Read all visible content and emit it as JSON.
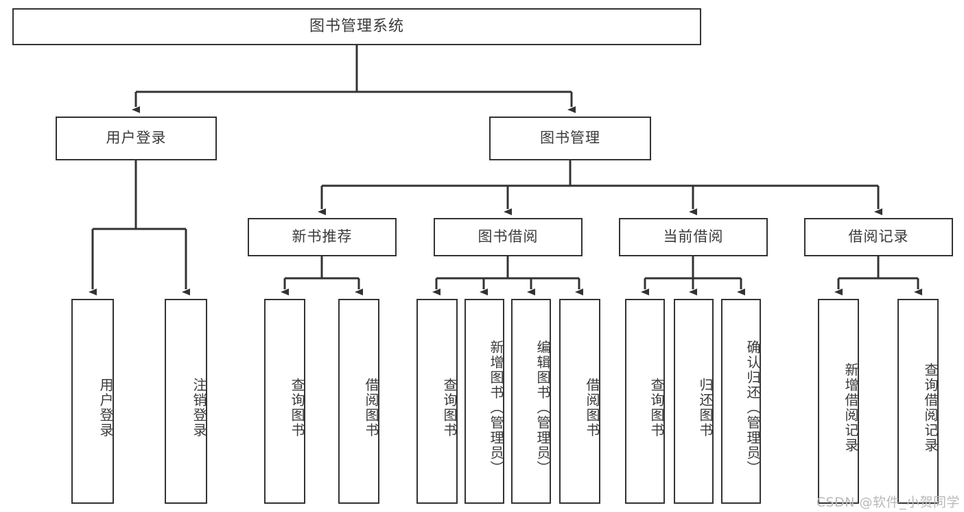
{
  "diagram": {
    "type": "tree",
    "title": "图书管理系统",
    "orientation": "top-down",
    "colors": {
      "box_border": "#333333",
      "box_fill": "#ffffff",
      "text": "#3a3a3a",
      "edge": "#333333",
      "watermark": "#b9b9b9",
      "background": "#ffffff"
    },
    "watermark": "CSDN @软件_小贺同学",
    "nodes": {
      "root": {
        "label": "图书管理系统"
      },
      "level2": [
        {
          "label": "用户登录"
        },
        {
          "label": "图书管理"
        }
      ],
      "level3": [
        {
          "label": "新书推荐"
        },
        {
          "label": "图书借阅"
        },
        {
          "label": "当前借阅"
        },
        {
          "label": "借阅记录"
        }
      ],
      "leaves_user_login": [
        {
          "label": "用户登录"
        },
        {
          "label": "注销登录"
        }
      ],
      "leaves_new_book": [
        {
          "label": "查询图书"
        },
        {
          "label": "借阅图书"
        }
      ],
      "leaves_borrow": [
        {
          "label": "查询图书"
        },
        {
          "label": "新增图书（管理员）"
        },
        {
          "label": "编辑图书（管理员）"
        },
        {
          "label": "借阅图书"
        }
      ],
      "leaves_current": [
        {
          "label": "查询图书"
        },
        {
          "label": "归还图书"
        },
        {
          "label": "确认归还（管理员）"
        }
      ],
      "leaves_records": [
        {
          "label": "新增借阅记录"
        },
        {
          "label": "查询借阅记录"
        }
      ]
    }
  }
}
